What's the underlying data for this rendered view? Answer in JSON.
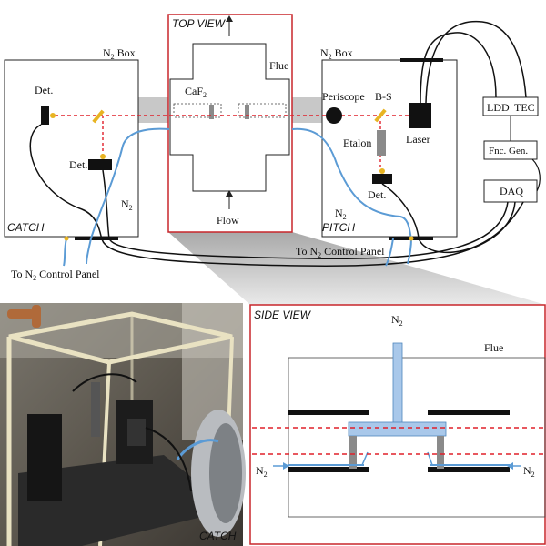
{
  "labels": {
    "top_view": "TOP VIEW",
    "side_view": "SIDE VIEW",
    "catch": "CATCH",
    "pitch": "PITCH",
    "catch_photo": "CATCH",
    "flue": "Flue",
    "flow": "Flow",
    "caf2": "CaF",
    "caf2_sub": "2",
    "n2_box_left": "N",
    "n2_box_right": "N",
    "n2_box_sub": "2",
    "n2_box_suffix": " Box",
    "det_left_top": "Det.",
    "det_left_bottom": "Det.",
    "det_right": "Det.",
    "n2_left": "N",
    "n2_right": "N",
    "n2_sub": "2",
    "periscope": "Periscope",
    "bs": "B-S",
    "etalon": "Etalon",
    "laser": "Laser",
    "ldd": "LDD",
    "tec": "TEC",
    "fnc_gen": "Fnc. Gen.",
    "daq": "DAQ",
    "to_n2_left_prefix": "To N",
    "to_n2_right_prefix": "To N",
    "to_n2_sub": "2",
    "to_n2_suffix": " Control Panel",
    "side_flue": "Flue",
    "side_n2_top": "N",
    "side_n2_left": "N",
    "side_n2_right": "N",
    "side_n2_sub": "2"
  },
  "colors": {
    "frame_red": "#c8262b",
    "beam_red": "#e0202a",
    "n2_blue": "#5b9bd5",
    "window_gray": "#8a8a8a",
    "mirror_gold": "#e8b422",
    "duct_gray": "#c8c8c8"
  }
}
